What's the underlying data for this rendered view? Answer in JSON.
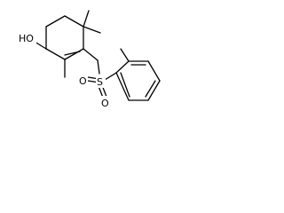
{
  "molecule": {
    "atoms": {
      "hydroxyl": "HO",
      "sulfur": "S",
      "oxygen_top": "O",
      "oxygen_bottom": "O"
    }
  }
}
